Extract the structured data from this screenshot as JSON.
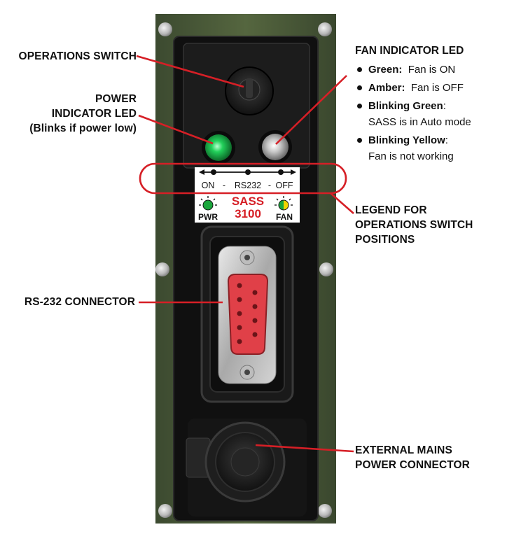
{
  "labels": {
    "operations_switch": "OPERATIONS SWITCH",
    "power_led_line1": "POWER",
    "power_led_line2": "INDICATOR LED",
    "power_led_line3": "(Blinks if power low)",
    "rs232_connector": "RS-232 CONNECTOR",
    "legend_line1": "LEGEND FOR",
    "legend_line2": "OPERATIONS SWITCH",
    "legend_line3": "POSITIONS",
    "mains_line1": "EXTERNAL MAINS",
    "mains_line2": "POWER CONNECTOR"
  },
  "fan_led": {
    "title": "FAN INDICATOR  LED",
    "items": [
      {
        "term": "Green:",
        "desc": "  Fan is ON"
      },
      {
        "term": "Amber:",
        "desc": "  Fan is OFF"
      },
      {
        "term": "Blinking Green",
        "desc": ":",
        "extra": "SASS is in Auto mode"
      },
      {
        "term": "Blinking Yellow",
        "desc": ":",
        "extra": "Fan is not working"
      }
    ]
  },
  "device_label": {
    "switch_on": "ON",
    "switch_dash1": "-",
    "switch_rs232": "RS232",
    "switch_dash2": "-",
    "switch_off": "OFF",
    "model_line1": "SASS",
    "model_line2": "3100",
    "pwr": "PWR",
    "fan": "FAN"
  },
  "colors": {
    "annotation_red": "#d61f26",
    "panel_green": "#4c5b3c",
    "panel_inner": "#121212",
    "led_green": "#19c04a",
    "connector_pin_red": "#e04048"
  }
}
